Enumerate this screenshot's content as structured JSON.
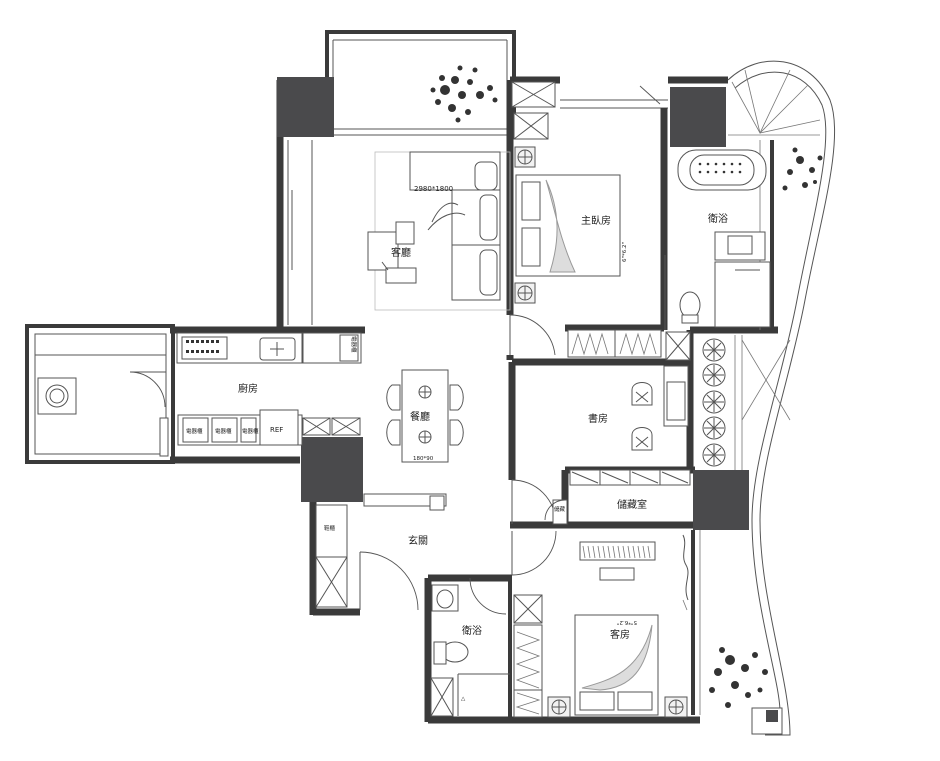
{
  "rooms": {
    "living": "客廳",
    "master_bedroom": "主臥房",
    "master_bath": "衛浴",
    "kitchen": "廚房",
    "dining": "餐廳",
    "study": "書房",
    "storage": "儲藏室",
    "entrance": "玄關",
    "bath": "衛浴",
    "guest_room": "客房"
  },
  "dimensions": {
    "sofa": "2980*1800",
    "master_bed": "6\"*6.2\"",
    "guest_bed": "5\"*6.2\"",
    "dining_table": "180*90"
  },
  "appliances": {
    "fridge": "REF",
    "kitchen_tall_1": "電器櫃",
    "kitchen_tall_2": "電器櫃",
    "kitchen_tall_3": "電器櫃",
    "side_cabinet": "電器櫃",
    "shoe_cabinet": "鞋櫃",
    "storage_small": "儲藏"
  }
}
